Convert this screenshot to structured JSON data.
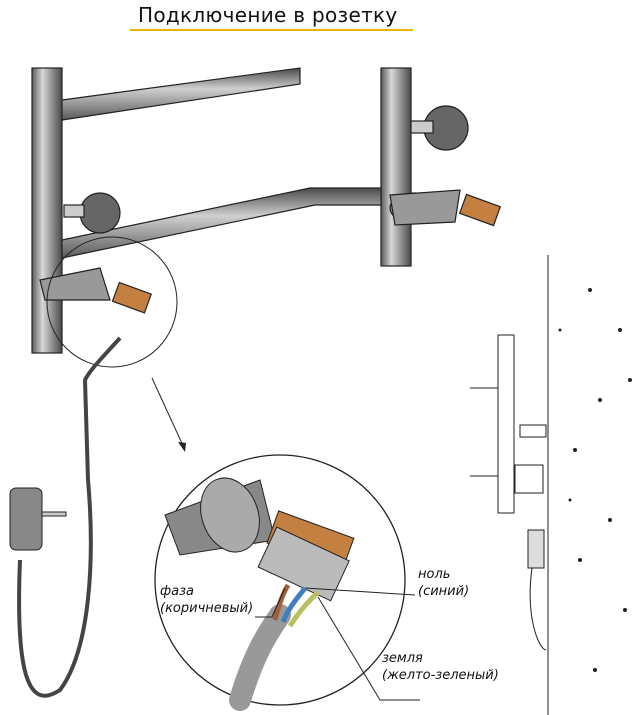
{
  "title": "Подключение в розетку",
  "labels": {
    "phase_name": "фаза",
    "phase_color": "(коричневый)",
    "neutral_name": "ноль",
    "neutral_color": "(синий)",
    "ground_name": "земля",
    "ground_color": "(желто-зеленый)"
  },
  "colors": {
    "accent_underline": "#e8b400",
    "wire_brown": "#a0603a",
    "wire_blue": "#3f7fc0",
    "wire_yellow_green": "#b8c060",
    "metal": "#8a8a8a"
  }
}
